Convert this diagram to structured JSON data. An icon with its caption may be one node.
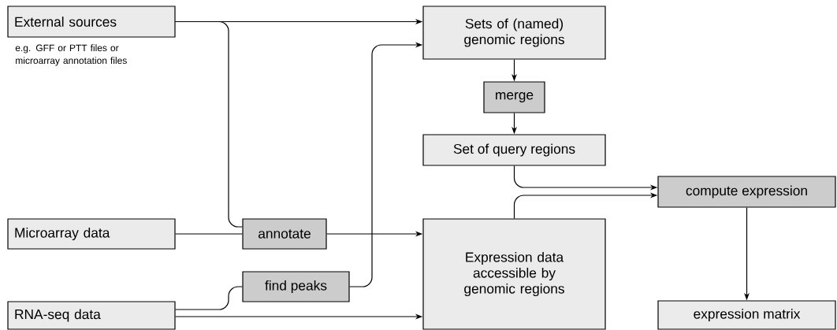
{
  "diagram": {
    "nodes": [
      {
        "text": [
          "External sources"
        ],
        "beside": [
          "e.g. GFF or PTT files or microarray annotation files"
        ]
      },
      {
        "text": [
          "Sets of (named) genomic regions"
        ]
      },
      {
        "text": [
          "merge"
        ]
      },
      {
        "text": [
          "Set of query regions"
        ]
      },
      {
        "text": [
          "compute expression"
        ]
      },
      {
        "text": [
          "Microarray data"
        ]
      },
      {
        "text": [
          "annotate"
        ]
      },
      {
        "text": [
          "Expression data accessible by genomic regions"
        ]
      },
      {
        "text": [
          "find peaks"
        ]
      },
      {
        "text": [
          "RNA-seq data"
        ]
      },
      {
        "text": [
          "expression matrix"
        ]
      }
    ],
    "edges": [
      {
        "from": 0,
        "to": 1,
        "arrow": "to"
      },
      {
        "from": 0,
        "to": 6,
        "arrow": "none"
      },
      {
        "from": 5,
        "to": 6,
        "arrow": "none"
      },
      {
        "from": 6,
        "to": 7,
        "arrow": "to"
      },
      {
        "from": 9,
        "to": 8,
        "arrow": "none"
      },
      {
        "from": 8,
        "to": 1,
        "arrow": "to"
      },
      {
        "from": 9,
        "to": 7,
        "arrow": "to"
      },
      {
        "from": 1,
        "to": 2,
        "arrow": "to"
      },
      {
        "from": 2,
        "to": 3,
        "arrow": "to"
      },
      {
        "from": 3,
        "to": 4,
        "arrow": "to"
      },
      {
        "from": 7,
        "to": 4,
        "arrow": "to"
      },
      {
        "from": 4,
        "to": 10,
        "arrow": "to"
      }
    ]
  }
}
